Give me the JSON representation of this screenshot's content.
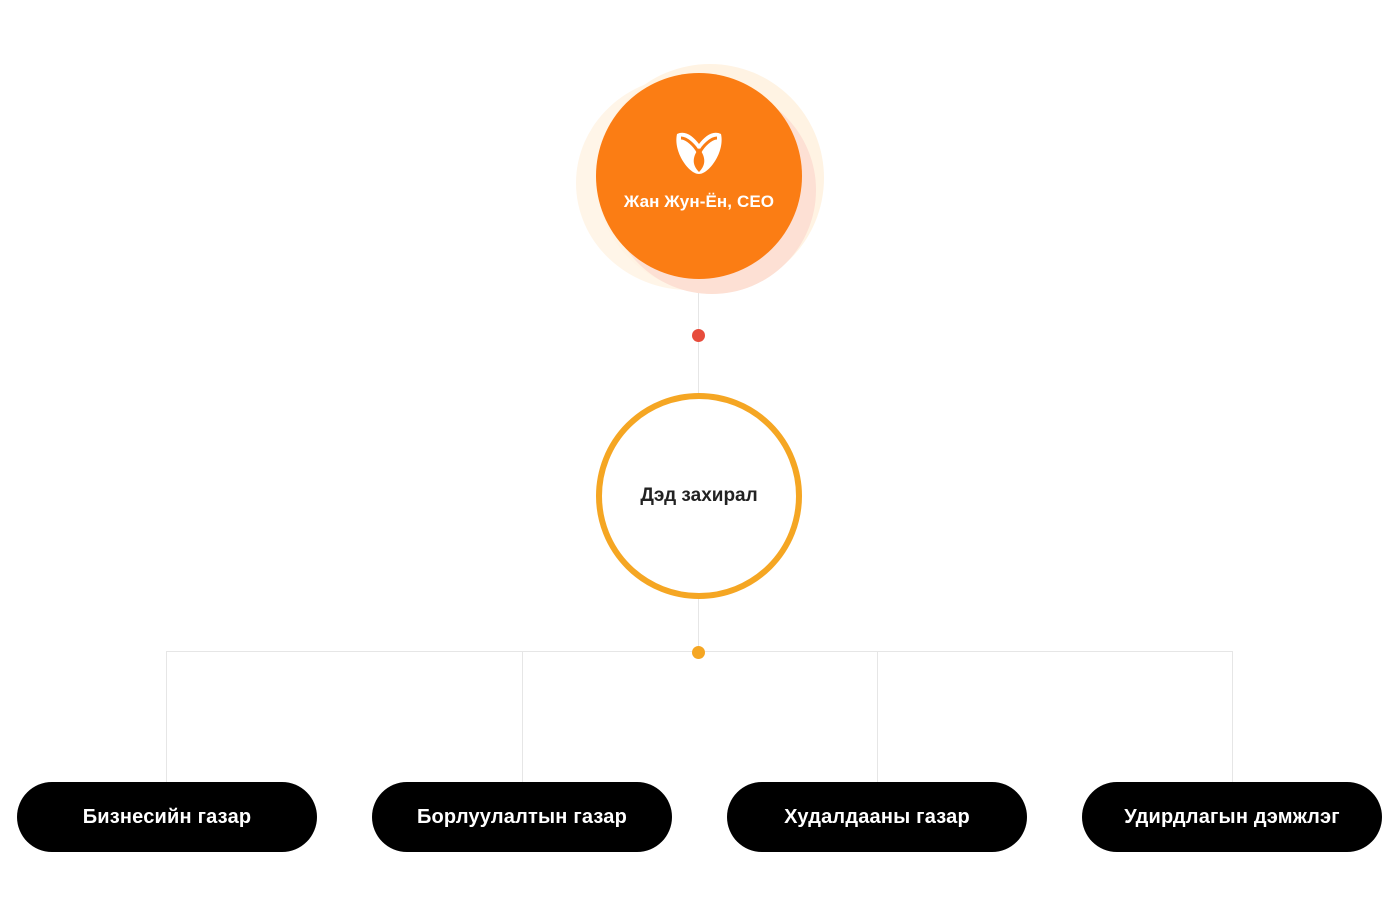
{
  "ceo": {
    "label": "Жан Жун-Ён, CEO",
    "icon": "company-logo-icon"
  },
  "director": {
    "label": "Дэд захирал"
  },
  "departments": [
    {
      "label": "Бизнесийн газар"
    },
    {
      "label": "Борлуулалтын газар"
    },
    {
      "label": "Худалдааны газар"
    },
    {
      "label": "Удирдлагын дэмжлэг"
    }
  ],
  "colors": {
    "ceo_fill": "#fb7d14",
    "director_ring": "#f5a623",
    "connector_dot_top": "#e74c3c",
    "connector_dot_bottom": "#f5a623",
    "department_fill": "#000000"
  }
}
